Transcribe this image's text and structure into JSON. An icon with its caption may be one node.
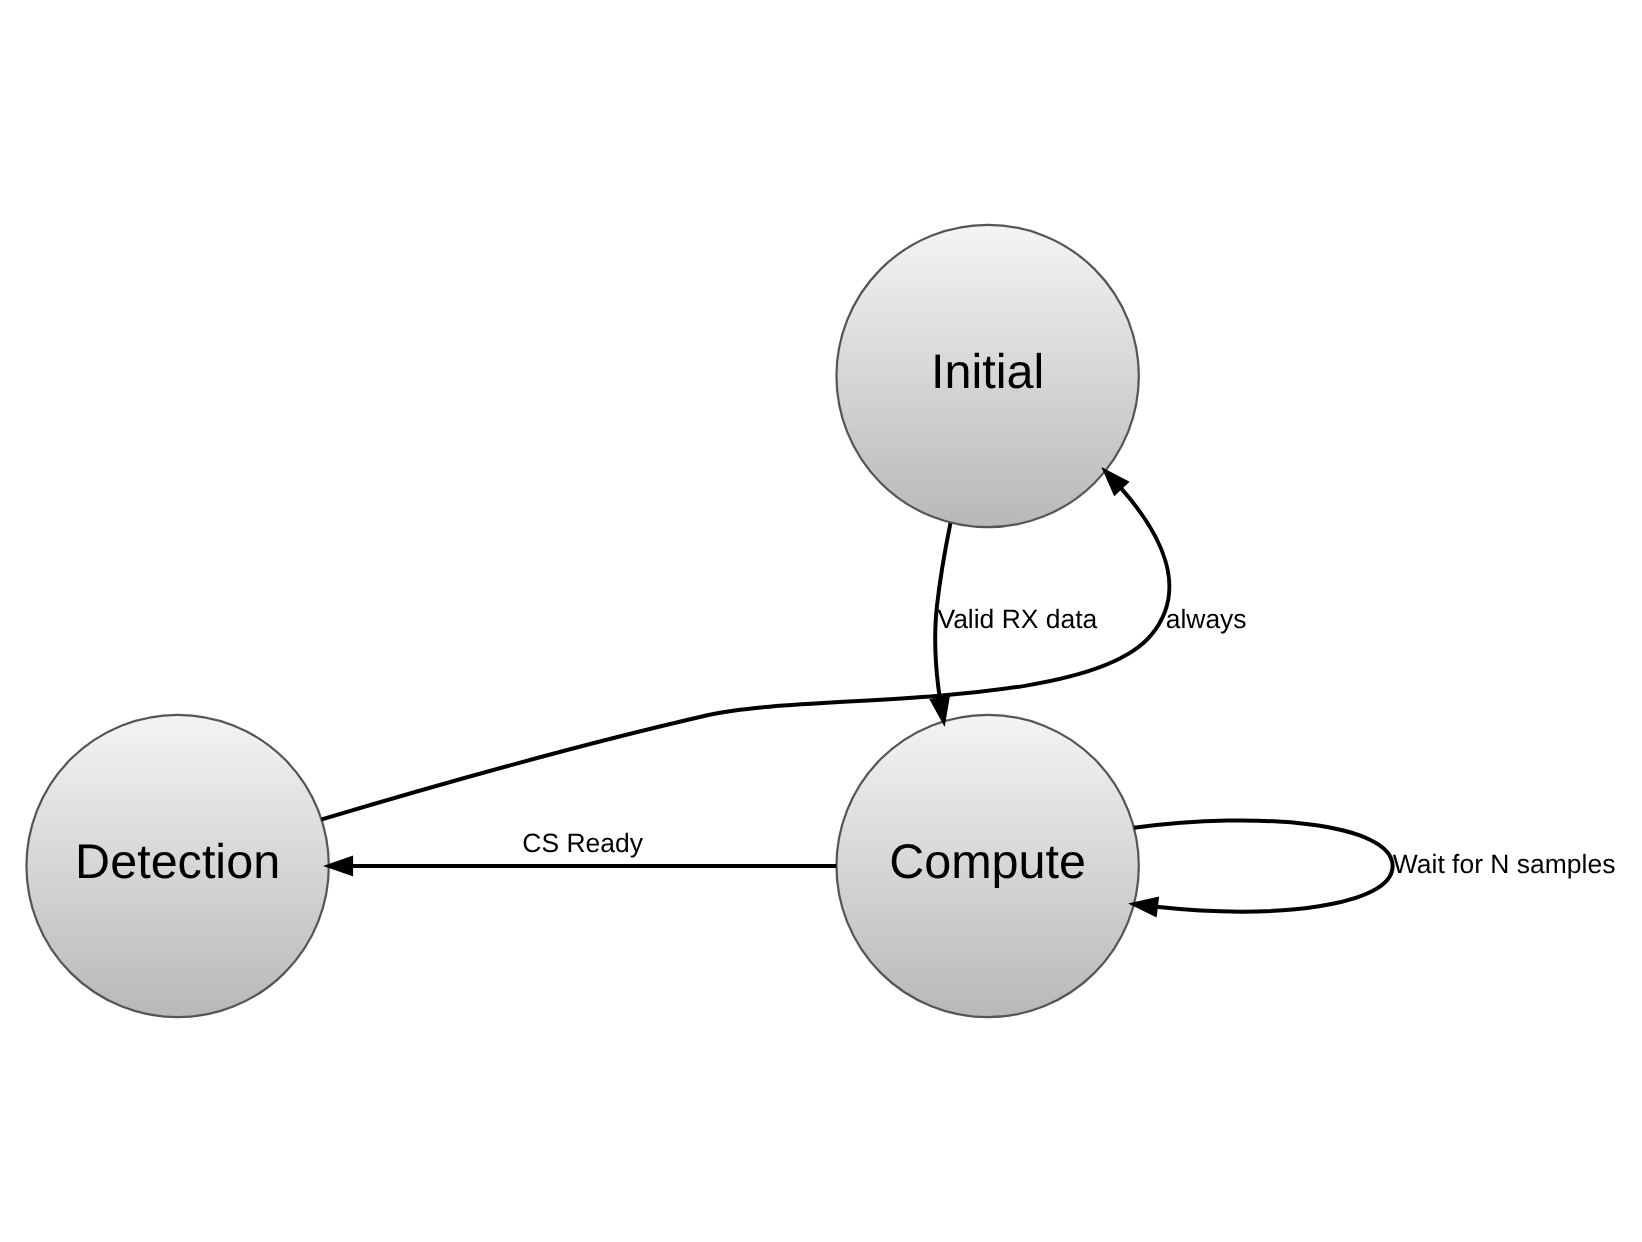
{
  "diagram": {
    "nodes": [
      {
        "text": [
          "Initial"
        ]
      },
      {
        "text": [
          "Compute"
        ]
      },
      {
        "text": [
          "Detection"
        ]
      }
    ],
    "edges": [
      {
        "from": 0,
        "to": 1,
        "arrow": "to",
        "label": "Valid RX data"
      },
      {
        "from": 1,
        "to": 1,
        "arrow": "to",
        "label": "Wait for N samples"
      },
      {
        "from": 1,
        "to": 2,
        "arrow": "to",
        "label": "CS Ready"
      },
      {
        "from": 2,
        "to": 0,
        "arrow": "to",
        "label": "always"
      }
    ]
  }
}
